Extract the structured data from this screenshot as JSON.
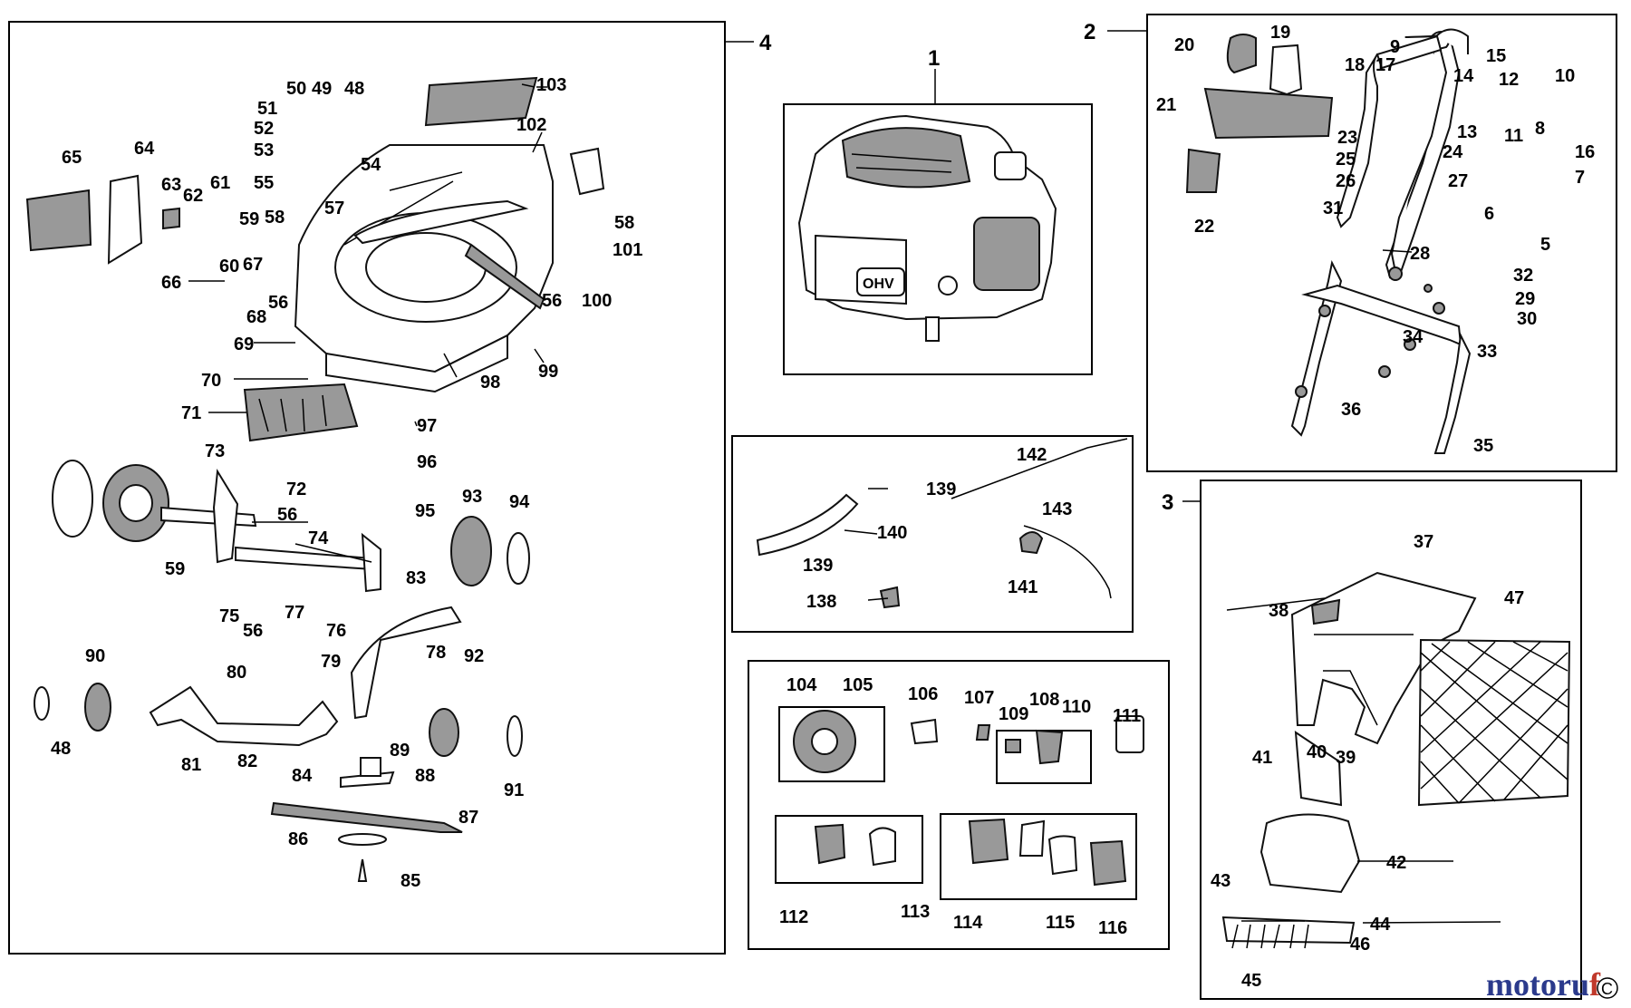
{
  "groups": {
    "g1": "1",
    "g2": "2",
    "g3": "3",
    "g4": "4"
  },
  "labels": {
    "p5": "5",
    "p6": "6",
    "p7": "7",
    "p8": "8",
    "p9": "9",
    "p10": "10",
    "p11": "11",
    "p12": "12",
    "p13": "13",
    "p14": "14",
    "p15": "15",
    "p16": "16",
    "p17": "17",
    "p18": "18",
    "p19": "19",
    "p20": "20",
    "p21": "21",
    "p22": "22",
    "p23": "23",
    "p24": "24",
    "p25": "25",
    "p26": "26",
    "p27": "27",
    "p28": "28",
    "p29": "29",
    "p30": "30",
    "p31": "31",
    "p32": "32",
    "p33": "33",
    "p34": "34",
    "p35": "35",
    "p36": "36",
    "p37": "37",
    "p38": "38",
    "p39": "39",
    "p40": "40",
    "p41": "41",
    "p42": "42",
    "p43": "43",
    "p44": "44",
    "p45": "45",
    "p46": "46",
    "p47": "47",
    "p48": "48",
    "p49": "49",
    "p50": "50",
    "p51": "51",
    "p52": "52",
    "p53": "53",
    "p54": "54",
    "p55": "55",
    "p56": "56",
    "p57": "57",
    "p58": "58",
    "p59": "59",
    "p60": "60",
    "p61": "61",
    "p62": "62",
    "p63": "63",
    "p64": "64",
    "p65": "65",
    "p66": "66",
    "p67": "67",
    "p68": "68",
    "p69": "69",
    "p70": "70",
    "p71": "71",
    "p72": "72",
    "p73": "73",
    "p74": "74",
    "p75": "75",
    "p76": "76",
    "p77": "77",
    "p78": "78",
    "p79": "79",
    "p80": "80",
    "p81": "81",
    "p82": "82",
    "p83": "83",
    "p84": "84",
    "p85": "85",
    "p86": "86",
    "p87": "87",
    "p88": "88",
    "p89": "89",
    "p90": "90",
    "p91": "91",
    "p92": "92",
    "p93": "93",
    "p94": "94",
    "p95": "95",
    "p96": "96",
    "p97": "97",
    "p98": "98",
    "p99": "99",
    "p100": "100",
    "p101": "101",
    "p102": "102",
    "p103": "103",
    "p104": "104",
    "p105": "105",
    "p106": "106",
    "p107": "107",
    "p108": "108",
    "p109": "109",
    "p110": "110",
    "p111": "111",
    "p112": "112",
    "p113": "113",
    "p114": "114",
    "p115": "115",
    "p116": "116",
    "p138": "138",
    "p139": "139",
    "p140": "140",
    "p141": "141",
    "p142": "142",
    "p143": "143",
    "engine_logo": "OHV"
  },
  "watermark": {
    "part1": "motoru",
    "part2": "f",
    "corner": "C"
  },
  "colors": {
    "line": "#000000",
    "wm_blue": "#2b3a8c",
    "wm_red": "#c0392b"
  }
}
